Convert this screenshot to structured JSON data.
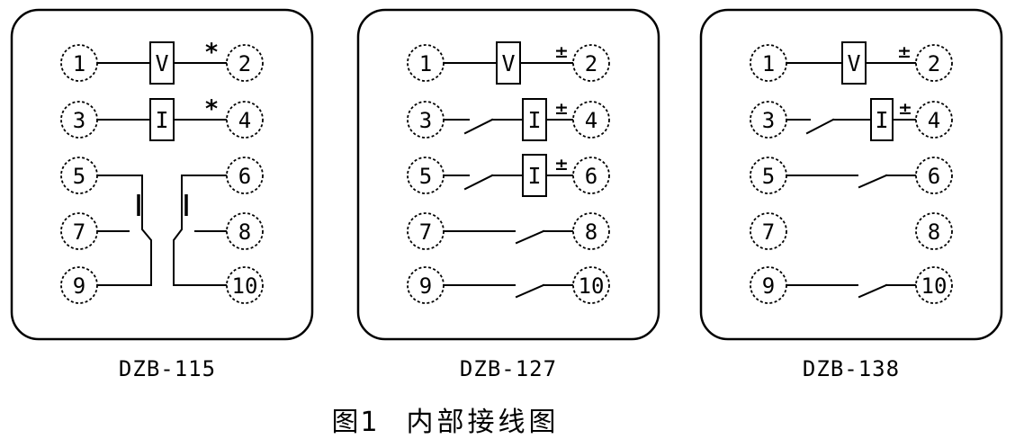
{
  "caption": {
    "figure_no": "图1",
    "title": "内部接线图"
  },
  "panels": [
    {
      "label": "DZB-115",
      "terminals": [
        "1",
        "2",
        "3",
        "4",
        "5",
        "6",
        "7",
        "8",
        "9",
        "10"
      ],
      "elements": {
        "voltage": "V",
        "current": "I"
      },
      "marks": [
        "*",
        "*"
      ]
    },
    {
      "label": "DZB-127",
      "terminals": [
        "1",
        "2",
        "3",
        "4",
        "5",
        "6",
        "7",
        "8",
        "9",
        "10"
      ],
      "elements": {
        "voltage": "V",
        "current_row2": "I",
        "current_row3": "I"
      },
      "marks": [
        "±",
        "±",
        "±"
      ]
    },
    {
      "label": "DZB-138",
      "terminals": [
        "1",
        "2",
        "3",
        "4",
        "5",
        "6",
        "7",
        "8",
        "9",
        "10"
      ],
      "elements": {
        "voltage": "V",
        "current": "I"
      },
      "marks": [
        "±",
        "±"
      ]
    }
  ]
}
